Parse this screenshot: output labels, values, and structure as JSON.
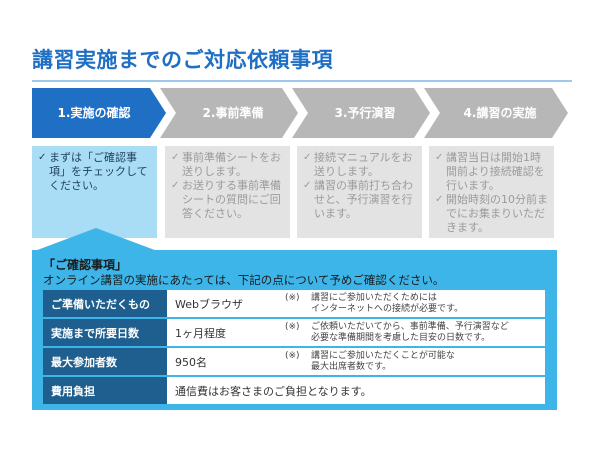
{
  "page": {
    "title": "講習実施までのご対応依頼事項"
  },
  "steps": [
    {
      "label": "1.実施の確認",
      "color": "#1f6fc5",
      "active": true
    },
    {
      "label": "2.事前準備",
      "color": "#b7b7b7",
      "active": false
    },
    {
      "label": "3.予行演習",
      "color": "#b7b7b7",
      "active": false
    },
    {
      "label": "4.講習の実施",
      "color": "#b7b7b7",
      "active": false
    }
  ],
  "boxes": [
    {
      "items": [
        "まずは「ご確認事項」をチェックしてください。"
      ]
    },
    {
      "items": [
        "事前準備シートをお送りします。",
        "お送りする事前準備シートの質問にご回答ください。"
      ]
    },
    {
      "items": [
        "接続マニュアルをお送りします。",
        "講習の事前打ち合わせと、予行演習を行います。"
      ]
    },
    {
      "items": [
        "講習当日は開始1時間前より接続確認を行います。",
        "開始時刻の10分前までにお集まりいただきます。"
      ]
    }
  ],
  "check_mark": "✓",
  "panel": {
    "title": "「ご確認事項」",
    "subtitle": "オンライン講習の実施にあたっては、下記の点について予めご確認ください。",
    "rows": [
      {
        "header": "ご準備いただくもの",
        "value": "Webブラウザ",
        "mark": "(※)",
        "note_lines": [
          "講習にご参加いただくためには",
          "インターネットへの接続が必要です。"
        ]
      },
      {
        "header": "実施まで所要日数",
        "value": "1ヶ月程度",
        "mark": "(※)",
        "note_lines": [
          "ご依頼いただいてから、事前準備、予行演習など",
          "必要な準備期間を考慮した目安の日数です。"
        ]
      },
      {
        "header": "最大参加者数",
        "value": "950名",
        "mark": "(※)",
        "note_lines": [
          "講習にご参加いただくことが可能な",
          "最大出席者数です。"
        ]
      },
      {
        "header": "費用負担",
        "value": "通信費はお客さまのご負担となります。"
      }
    ]
  },
  "colors": {
    "title": "#1f6fc5",
    "active_step": "#1f6fc5",
    "inactive_step": "#b7b7b7",
    "panel": "#3eb5e8",
    "table_header": "#1f5f8f"
  }
}
